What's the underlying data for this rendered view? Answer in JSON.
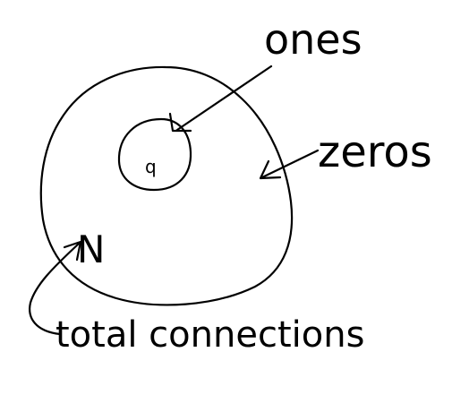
{
  "diagram": {
    "labels": {
      "ones": "ones",
      "zeros": "zeros",
      "inner_value": "q",
      "outer_symbol": "N",
      "total": "total connections"
    },
    "ink_color": "#000000",
    "background_color": "#ffffff"
  }
}
